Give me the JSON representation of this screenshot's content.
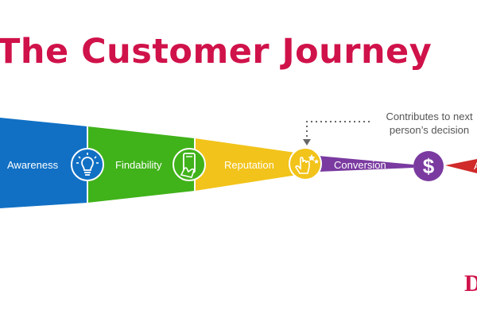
{
  "title": "The Customer Journey",
  "stages": [
    {
      "label": "Awareness",
      "color": "#1170c4",
      "icon": "lightbulb-icon"
    },
    {
      "label": "Findability",
      "color": "#40b21a",
      "icon": "smartphone-touch-icon"
    },
    {
      "label": "Reputation",
      "color": "#f2c31a",
      "icon": "click-hand-icon"
    },
    {
      "label": "Conversion",
      "color": "#7a3aa0",
      "icon": "dollar-icon"
    },
    {
      "label": "A",
      "color": "#d02a2a",
      "icon": ""
    }
  ],
  "feedback_note": {
    "line1": "Contributes to next",
    "line2": "person’s decision"
  },
  "logo_text": "D"
}
